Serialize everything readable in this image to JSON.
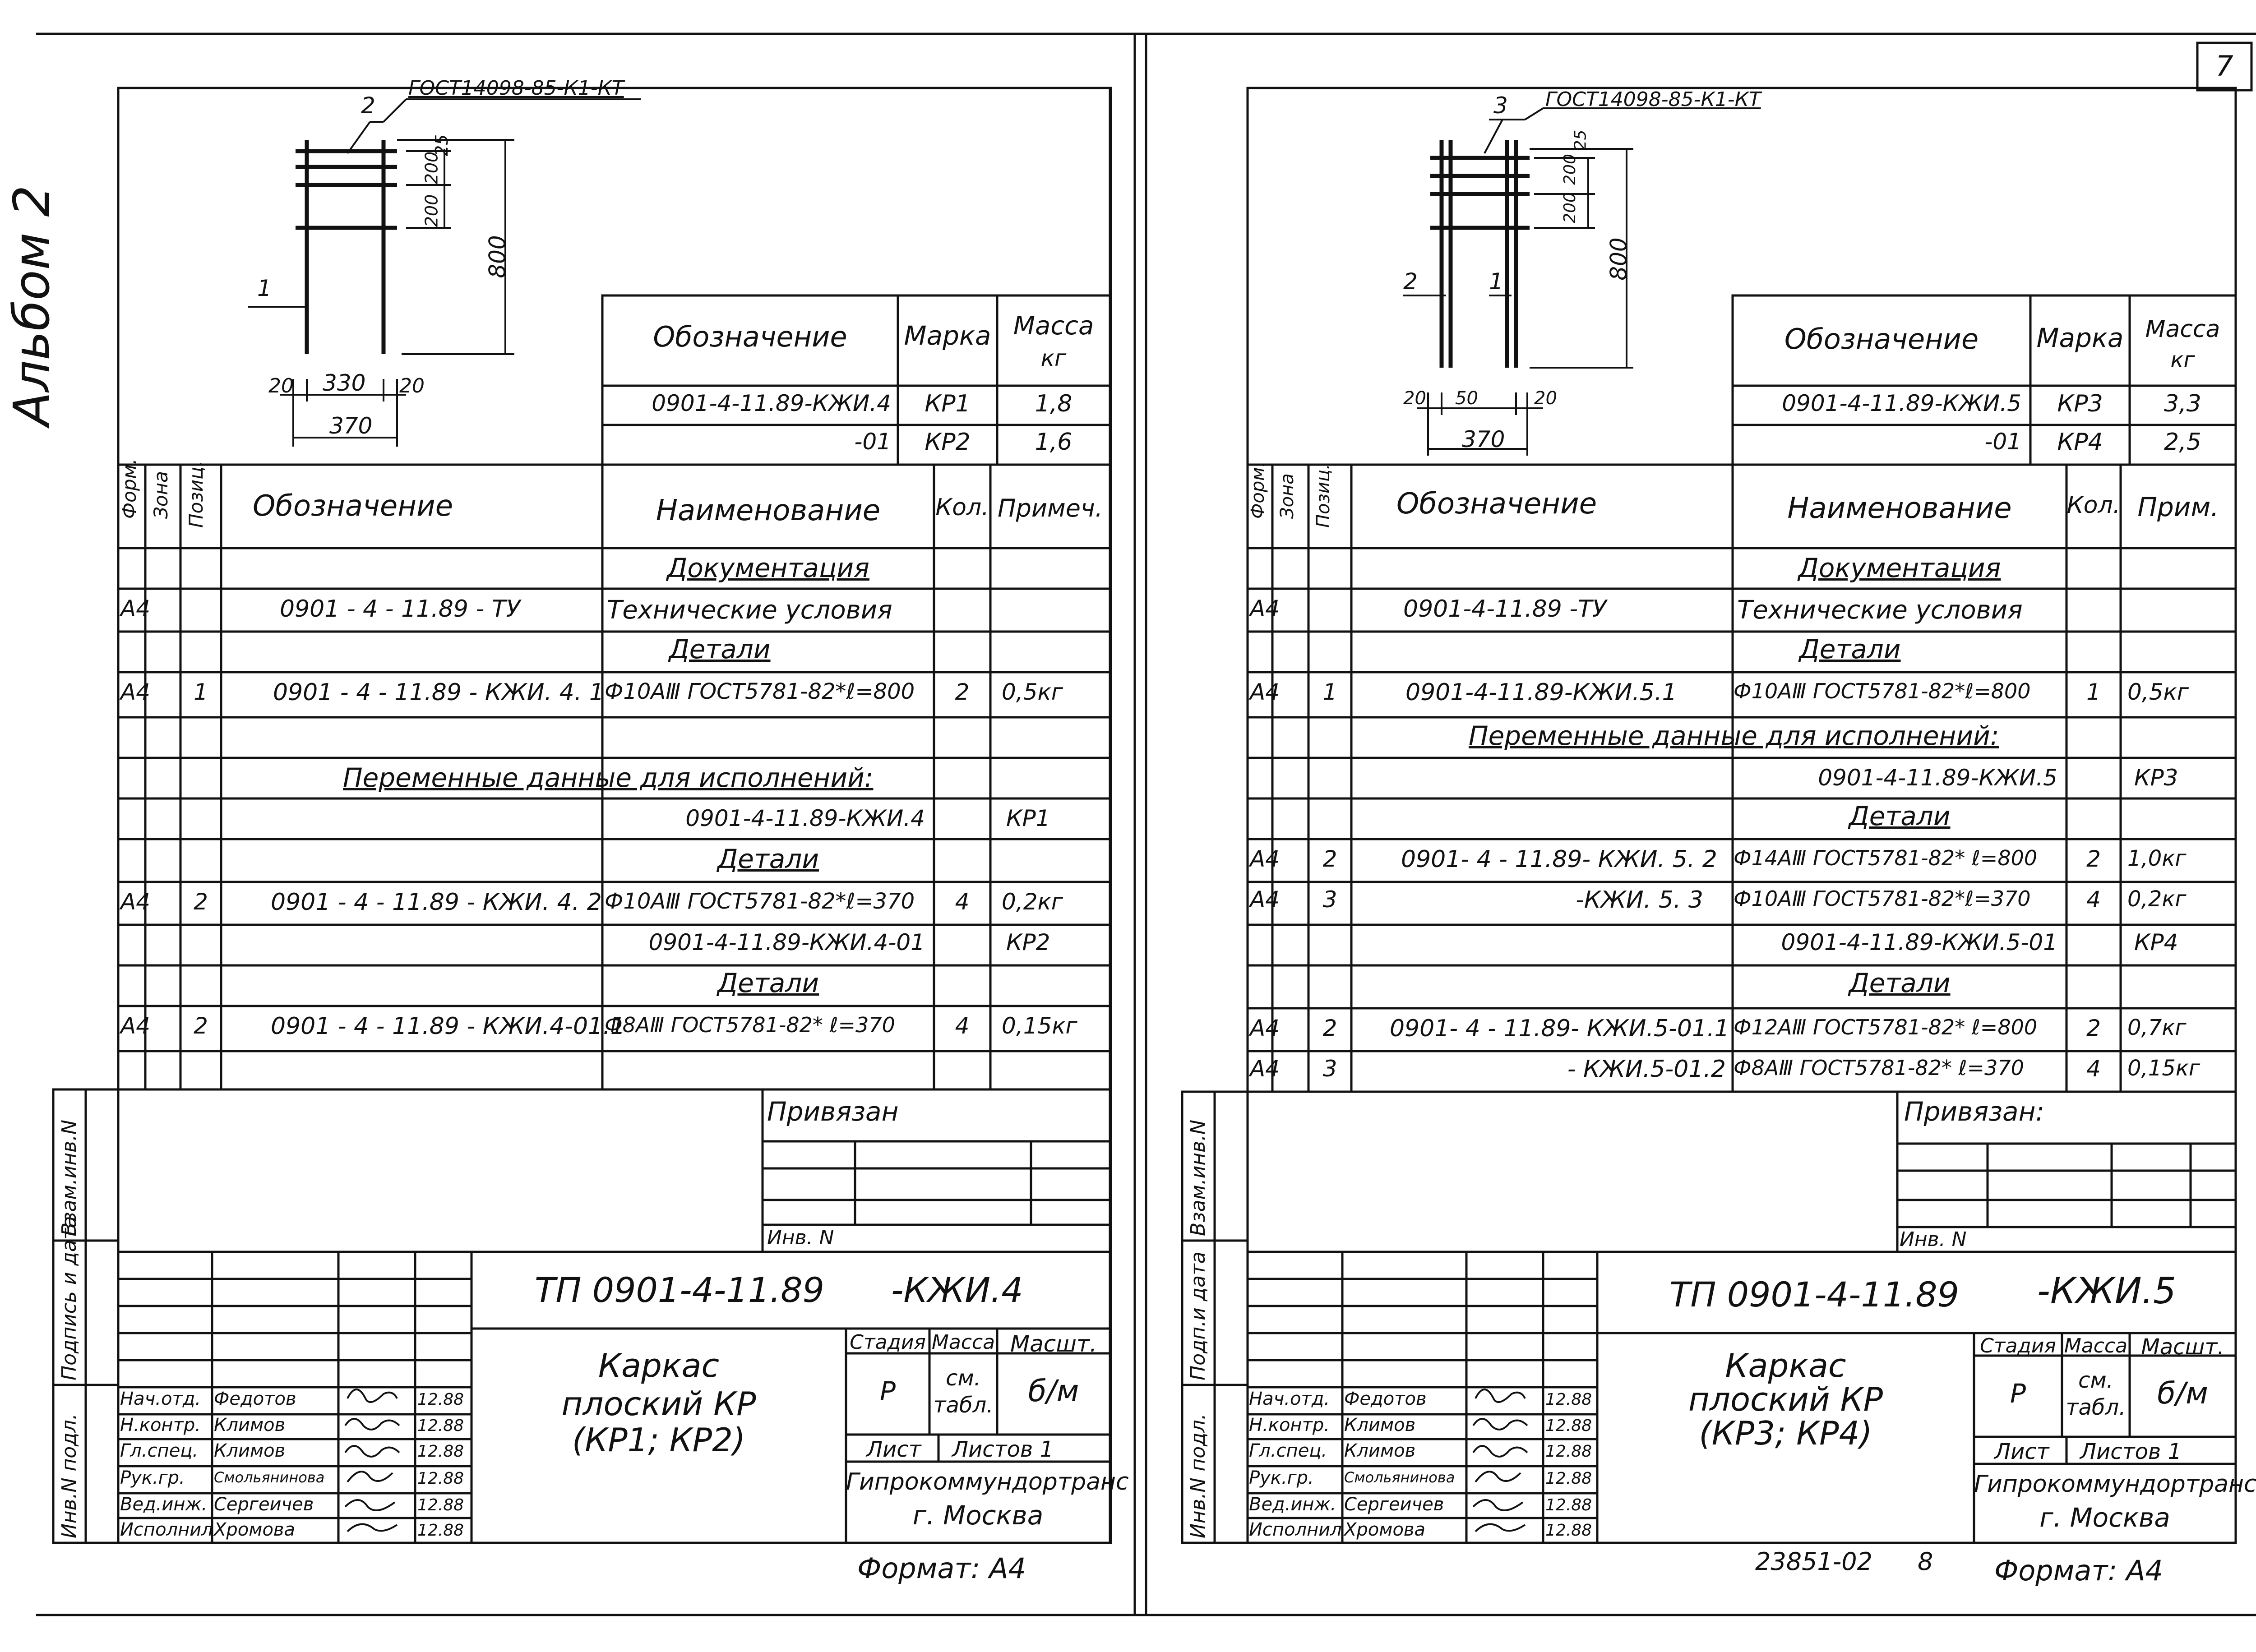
{
  "page_number": "7",
  "album_label": "Альбом 2",
  "left": {
    "drawing": {
      "gost": "ГОСТ14098-85-К1-КТ",
      "pos_top": "2",
      "pos_left": "1",
      "dim_25": "25",
      "dim_200a": "200",
      "dim_200b": "200",
      "dim_800": "800",
      "dim_20l": "20",
      "dim_330": "330",
      "dim_20r": "20",
      "dim_370": "370"
    },
    "mass_table": {
      "h_designation": "Обозначение",
      "h_mark": "Марка",
      "h_mass": "Масса",
      "h_mass_unit": "кг",
      "rows": [
        {
          "designation": "0901-4-11.89-КЖИ.4",
          "mark": "КР1",
          "mass": "1,8"
        },
        {
          "designation": "-01",
          "mark": "КР2",
          "mass": "1,6"
        }
      ]
    },
    "spec": {
      "h_format": "Форм.",
      "h_zone": "Зона",
      "h_pos": "Позиц.",
      "h_designation": "Обозначение",
      "h_name": "Наименование",
      "h_qty": "Кол.",
      "h_note": "Примеч.",
      "rows": [
        {
          "fmt": "",
          "pos": "",
          "des": "",
          "name": "Документация",
          "qty": "",
          "note": "",
          "section": true
        },
        {
          "fmt": "А4",
          "pos": "",
          "des": "0901 - 4 - 11.89 - ТУ",
          "name": "Технические условия",
          "qty": "",
          "note": ""
        },
        {
          "fmt": "",
          "pos": "",
          "des": "",
          "name": "Детали",
          "qty": "",
          "note": "",
          "section": true
        },
        {
          "fmt": "А4",
          "pos": "1",
          "des": "0901 - 4 - 11.89 - КЖИ. 4. 1",
          "name": "Ф10АⅢ ГОСТ5781-82*ℓ=800",
          "qty": "2",
          "note": "0,5кг"
        },
        {
          "fmt": "",
          "pos": "",
          "des": "",
          "name": "",
          "qty": "",
          "note": ""
        },
        {
          "fmt": "",
          "pos": "",
          "des": "",
          "name": "",
          "qty": "",
          "note": "",
          "wide": "Переменные данные для исполнений:"
        },
        {
          "fmt": "",
          "pos": "",
          "des": "",
          "name": "0901-4-11.89-КЖИ.4",
          "qty": "",
          "note": "КР1",
          "rightname": true
        },
        {
          "fmt": "",
          "pos": "",
          "des": "",
          "name": "Детали",
          "qty": "",
          "note": "",
          "section": true
        },
        {
          "fmt": "А4",
          "pos": "2",
          "des": "0901 - 4 - 11.89 - КЖИ. 4. 2",
          "name": "Ф10АⅢ ГОСТ5781-82*ℓ=370",
          "qty": "4",
          "note": "0,2кг"
        },
        {
          "fmt": "",
          "pos": "",
          "des": "",
          "name": "0901-4-11.89-КЖИ.4-01",
          "qty": "",
          "note": "КР2",
          "rightname": true
        },
        {
          "fmt": "",
          "pos": "",
          "des": "",
          "name": "Детали",
          "qty": "",
          "note": "",
          "section": true
        },
        {
          "fmt": "А4",
          "pos": "2",
          "des": "0901 - 4 - 11.89 - КЖИ.4-01.1",
          "name": "Ф8АⅢ ГОСТ5781-82* ℓ=370",
          "qty": "4",
          "note": "0,15кг"
        },
        {
          "fmt": "",
          "pos": "",
          "des": "",
          "name": "",
          "qty": "",
          "note": ""
        }
      ]
    },
    "side_labels": [
      "Взам.инв.N",
      "Подпись и дата",
      "Инв.N подл."
    ],
    "bound_label": "Привязан",
    "inv_label": "Инв. N",
    "code": "ТП 0901-4-11.89",
    "code_suffix": "-КЖИ.4",
    "title": [
      "Каркас",
      "плоский КР",
      "(КР1; КР2)"
    ],
    "h_stage": "Стадия",
    "h_mass": "Масса",
    "h_scale": "Масшт.",
    "stage": "Р",
    "mass_val": "см. табл.",
    "scale_val": "б/м",
    "sheet_label": "Лист",
    "sheets_label": "Листов 1",
    "org": [
      "Гипрокоммундортранс",
      "г. Москва"
    ],
    "signers": [
      {
        "role": "Нач.отд.",
        "name": "Федотов",
        "date": "12.88"
      },
      {
        "role": "Н.контр.",
        "name": "Климов",
        "date": "12.88"
      },
      {
        "role": "Гл.спец.",
        "name": "Климов",
        "date": "12.88"
      },
      {
        "role": "Рук.гр.",
        "name": "Смольянинова",
        "date": "12.88"
      },
      {
        "role": "Вед.инж.",
        "name": "Сергеичев",
        "date": "12.88"
      },
      {
        "role": "Исполнил",
        "name": "Хромова",
        "date": "12.88"
      }
    ],
    "format": "Формат: А4"
  },
  "right": {
    "drawing": {
      "gost": "ГОСТ14098-85-К1-КТ",
      "pos_top": "3",
      "pos_left": "2",
      "pos_mid": "1",
      "dim_25": "25",
      "dim_200a": "200",
      "dim_200b": "200",
      "dim_800": "800",
      "dim_20l": "20",
      "dim_50": "50",
      "dim_20r": "20",
      "dim_370": "370"
    },
    "mass_table": {
      "h_designation": "Обозначение",
      "h_mark": "Марка",
      "h_mass": "Масса",
      "h_mass_unit": "кг",
      "rows": [
        {
          "designation": "0901-4-11.89-КЖИ.5",
          "mark": "КР3",
          "mass": "3,3"
        },
        {
          "designation": "-01",
          "mark": "КР4",
          "mass": "2,5"
        }
      ]
    },
    "spec": {
      "h_format": "Форм.",
      "h_zone": "Зона",
      "h_pos": "Позиц.",
      "h_designation": "Обозначение",
      "h_name": "Наименование",
      "h_qty": "Кол.",
      "h_note": "Прим.",
      "rows": [
        {
          "fmt": "",
          "pos": "",
          "des": "",
          "name": "Документация",
          "qty": "",
          "note": "",
          "section": true
        },
        {
          "fmt": "А4",
          "pos": "",
          "des": "0901-4-11.89 -ТУ",
          "name": "Технические условия",
          "qty": "",
          "note": ""
        },
        {
          "fmt": "",
          "pos": "",
          "des": "",
          "name": "Детали",
          "qty": "",
          "note": "",
          "section": true
        },
        {
          "fmt": "А4",
          "pos": "1",
          "des": "0901-4-11.89-КЖИ.5.1",
          "name": "Ф10АⅢ ГОСТ5781-82*ℓ=800",
          "qty": "1",
          "note": "0,5кг"
        },
        {
          "fmt": "",
          "pos": "",
          "des": "",
          "name": "",
          "qty": "",
          "note": "",
          "wide": "Переменные данные для исполнений:"
        },
        {
          "fmt": "",
          "pos": "",
          "des": "",
          "name": "0901-4-11.89-КЖИ.5",
          "qty": "",
          "note": "КР3",
          "rightname": true
        },
        {
          "fmt": "",
          "pos": "",
          "des": "",
          "name": "Детали",
          "qty": "",
          "note": "",
          "section": true
        },
        {
          "fmt": "А4",
          "pos": "2",
          "des": "0901- 4 - 11.89- КЖИ. 5. 2",
          "name": "Ф14АⅢ ГОСТ5781-82* ℓ=800",
          "qty": "2",
          "note": "1,0кг"
        },
        {
          "fmt": "А4",
          "pos": "3",
          "des": "-КЖИ. 5. 3",
          "name": "Ф10АⅢ ГОСТ5781-82*ℓ=370",
          "qty": "4",
          "note": "0,2кг",
          "desright": true
        },
        {
          "fmt": "",
          "pos": "",
          "des": "",
          "name": "0901-4-11.89-КЖИ.5-01",
          "qty": "",
          "note": "КР4",
          "rightname": true
        },
        {
          "fmt": "",
          "pos": "",
          "des": "",
          "name": "Детали",
          "qty": "",
          "note": "",
          "section": true
        },
        {
          "fmt": "А4",
          "pos": "2",
          "des": "0901- 4 - 11.89- КЖИ.5-01.1",
          "name": "Ф12АⅢ ГОСТ5781-82* ℓ=800",
          "qty": "2",
          "note": "0,7кг"
        },
        {
          "fmt": "А4",
          "pos": "3",
          "des": "- КЖИ.5-01.2",
          "name": "Ф8АⅢ ГОСТ5781-82* ℓ=370",
          "qty": "4",
          "note": "0,15кг",
          "desright": true
        }
      ]
    },
    "side_labels": [
      "Взам.инв.N",
      "Подп.и дата",
      "Инв.N подл."
    ],
    "bound_label": "Привязан:",
    "inv_label": "Инв. N",
    "code": "ТП 0901-4-11.89",
    "code_suffix": "-КЖИ.5",
    "title": [
      "Каркас",
      "плоский КР",
      "(КР3; КР4)"
    ],
    "h_stage": "Стадия",
    "h_mass": "Масса",
    "h_scale": "Масшт.",
    "stage": "Р",
    "mass_val": "см. табл.",
    "scale_val": "б/м",
    "sheet_label": "Лист",
    "sheets_label": "Листов 1",
    "org": [
      "Гипрокоммундортранс",
      "г. Москва"
    ],
    "signers": [
      {
        "role": "Нач.отд.",
        "name": "Федотов",
        "date": "12.88"
      },
      {
        "role": "Н.контр.",
        "name": "Климов",
        "date": "12.88"
      },
      {
        "role": "Гл.спец.",
        "name": "Климов",
        "date": "12.88"
      },
      {
        "role": "Рук.гр.",
        "name": "Смольянинова",
        "date": "12.88"
      },
      {
        "role": "Вед.инж.",
        "name": "Сергеичев",
        "date": "12.88"
      },
      {
        "role": "Исполнил",
        "name": "Хромова",
        "date": "12.88"
      }
    ],
    "stamp_num": "23851-02",
    "stamp_page": "8",
    "format": "Формат: А4"
  }
}
